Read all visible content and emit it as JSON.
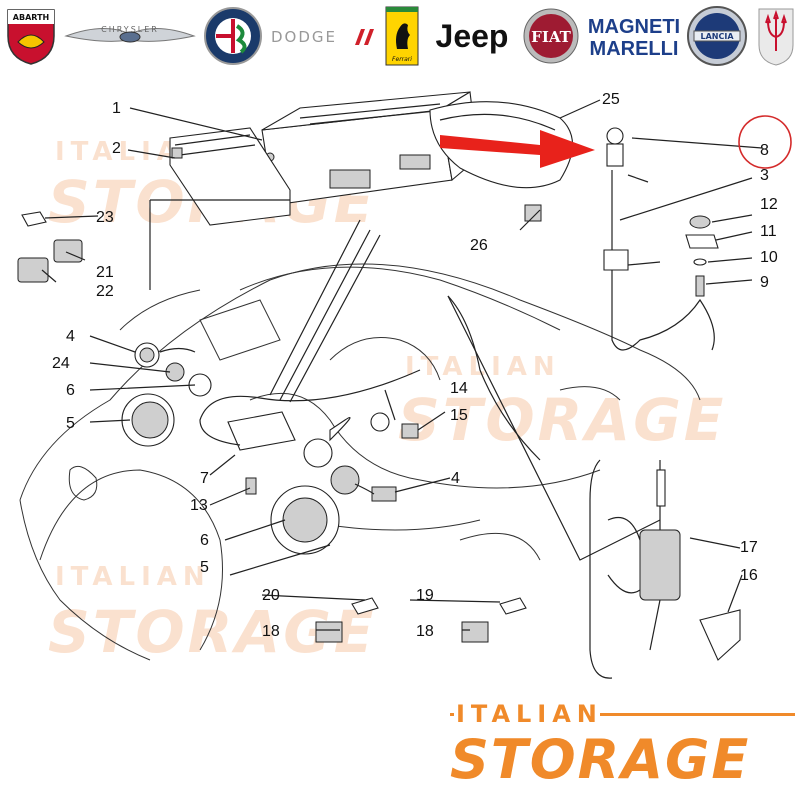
{
  "brands": [
    {
      "name": "ABARTH",
      "icon": "abarth-scorpion-icon"
    },
    {
      "name": "CHRYSLER",
      "icon": "chrysler-wings-icon"
    },
    {
      "name": "ALFA ROMEO",
      "icon": "alfa-romeo-badge-icon"
    },
    {
      "name": "DODGE",
      "icon": "dodge-stripes-icon"
    },
    {
      "name": "Ferrari",
      "icon": "ferrari-horse-icon"
    },
    {
      "name": "Jeep",
      "icon": "jeep-wordmark-icon"
    },
    {
      "name": "FIAT",
      "icon": "fiat-badge-icon"
    },
    {
      "name": "MAGNETI MARELLI",
      "icon": "magneti-marelli-wordmark-icon"
    },
    {
      "name": "LANCIA",
      "icon": "lancia-badge-icon"
    },
    {
      "name": "MASERATI",
      "icon": "maserati-trident-icon"
    }
  ],
  "colors": {
    "accent_orange": "#f08a2a",
    "arrow_red": "#e8221b",
    "circle_red": "#d42b2b",
    "watermark": "#f7c9a8"
  },
  "watermark": {
    "top": "ITALIAN",
    "bottom": "STORAGE"
  },
  "footer_logo": {
    "top": "ITALIAN",
    "bottom": "STORAGE"
  },
  "callouts": {
    "c1": "1",
    "c2": "2",
    "c3": "3",
    "c4a": "4",
    "c4b": "4",
    "c5a": "5",
    "c5b": "5",
    "c6a": "6",
    "c6b": "6",
    "c7": "7",
    "c8": "8",
    "c9": "9",
    "c10": "10",
    "c11": "11",
    "c12": "12",
    "c13": "13",
    "c14": "14",
    "c15": "15",
    "c16": "16",
    "c17": "17",
    "c18a": "18",
    "c18b": "18",
    "c19": "19",
    "c20": "20",
    "c21": "21",
    "c22": "22",
    "c23": "23",
    "c24": "24",
    "c25": "25",
    "c26": "26"
  },
  "highlighted_part": "8"
}
